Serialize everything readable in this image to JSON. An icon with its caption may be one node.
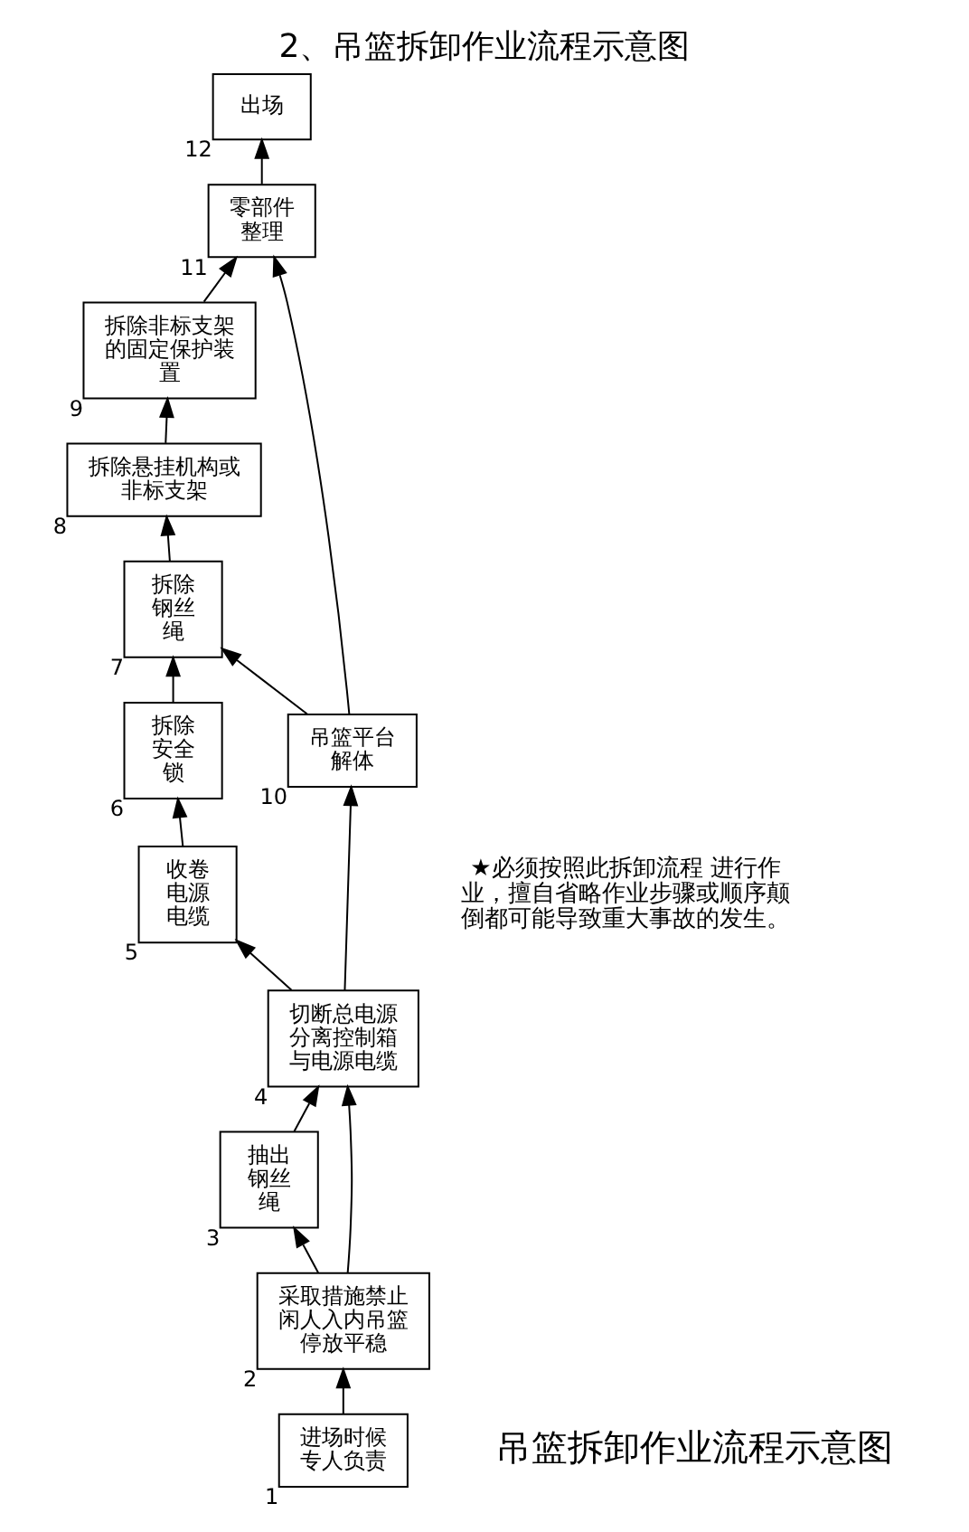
{
  "diagram": {
    "title": "2、吊篮拆卸作业流程示意图",
    "nodes": [
      {
        "text": [
          "进场时候专人负责"
        ],
        "beside": [
          "1"
        ]
      },
      {
        "text": [
          "采取措施禁止闲人入内吊篮停放平稳"
        ],
        "beside": [
          "2"
        ]
      },
      {
        "text": [
          "抽出钢丝绳"
        ],
        "beside": [
          "3"
        ]
      },
      {
        "text": [
          "切断总电源分离控制箱与电源电缆"
        ],
        "beside": [
          "4"
        ]
      },
      {
        "text": [
          "收卷电源电缆"
        ],
        "beside": [
          "5"
        ]
      },
      {
        "text": [
          "拆除安全锁"
        ],
        "beside": [
          "6"
        ]
      },
      {
        "text": [
          "拆除钢丝绳"
        ],
        "beside": [
          "7"
        ]
      },
      {
        "text": [
          "拆除悬挂机构或非标支架"
        ],
        "beside": [
          "8"
        ]
      },
      {
        "text": [
          "拆除非标支架的固定保护装置"
        ],
        "beside": [
          "9"
        ]
      },
      {
        "text": [
          "吊篮平台解体"
        ],
        "beside": [
          "10"
        ]
      },
      {
        "text": [
          "零部件整理"
        ],
        "beside": [
          "11"
        ]
      },
      {
        "text": [
          "出场"
        ],
        "beside": [
          "12"
        ]
      }
    ],
    "edges": [
      {
        "from": 0,
        "to": 1,
        "arrow": "to"
      },
      {
        "from": 1,
        "to": 3,
        "arrow": "to"
      },
      {
        "from": 1,
        "to": 2,
        "arrow": "to"
      },
      {
        "from": 2,
        "to": 3,
        "arrow": "to"
      },
      {
        "from": 3,
        "to": 4,
        "arrow": "to"
      },
      {
        "from": 3,
        "to": 9,
        "arrow": "to"
      },
      {
        "from": 4,
        "to": 5,
        "arrow": "to"
      },
      {
        "from": 5,
        "to": 6,
        "arrow": "to"
      },
      {
        "from": 9,
        "to": 6,
        "arrow": "to"
      },
      {
        "from": 6,
        "to": 7,
        "arrow": "to"
      },
      {
        "from": 7,
        "to": 8,
        "arrow": "to"
      },
      {
        "from": 8,
        "to": 10,
        "arrow": "to"
      },
      {
        "from": 9,
        "to": 10,
        "arrow": "to"
      },
      {
        "from": 10,
        "to": 11,
        "arrow": "to"
      }
    ],
    "labels": [
      "吊篮拆卸作业流程示意图",
      "★必须按照此拆卸流程 进行作业，擅自省略作业步骤或顺序颠倒都可能导致重大事故的发生。"
    ]
  }
}
